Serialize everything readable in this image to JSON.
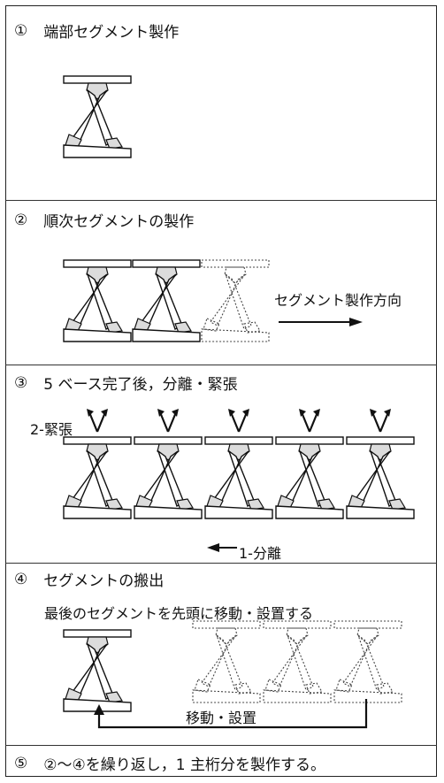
{
  "steps": [
    {
      "num": "①",
      "title": "端部セグメント製作"
    },
    {
      "num": "②",
      "title": "順次セグメントの製作"
    },
    {
      "num": "③",
      "title": "5 ベース完了後，分離・緊張"
    },
    {
      "num": "④",
      "title": "セグメントの搬出"
    },
    {
      "num": "⑤",
      "title": "②〜④を繰り返し，1 主桁分を製作する。"
    }
  ],
  "labels": {
    "direction": "セグメント製作方向",
    "tension": "2-緊張",
    "separate": "1-分離",
    "move_instruction": "最後のセグメントを先頭に移動・設置する",
    "move_install": "移動・設置"
  }
}
